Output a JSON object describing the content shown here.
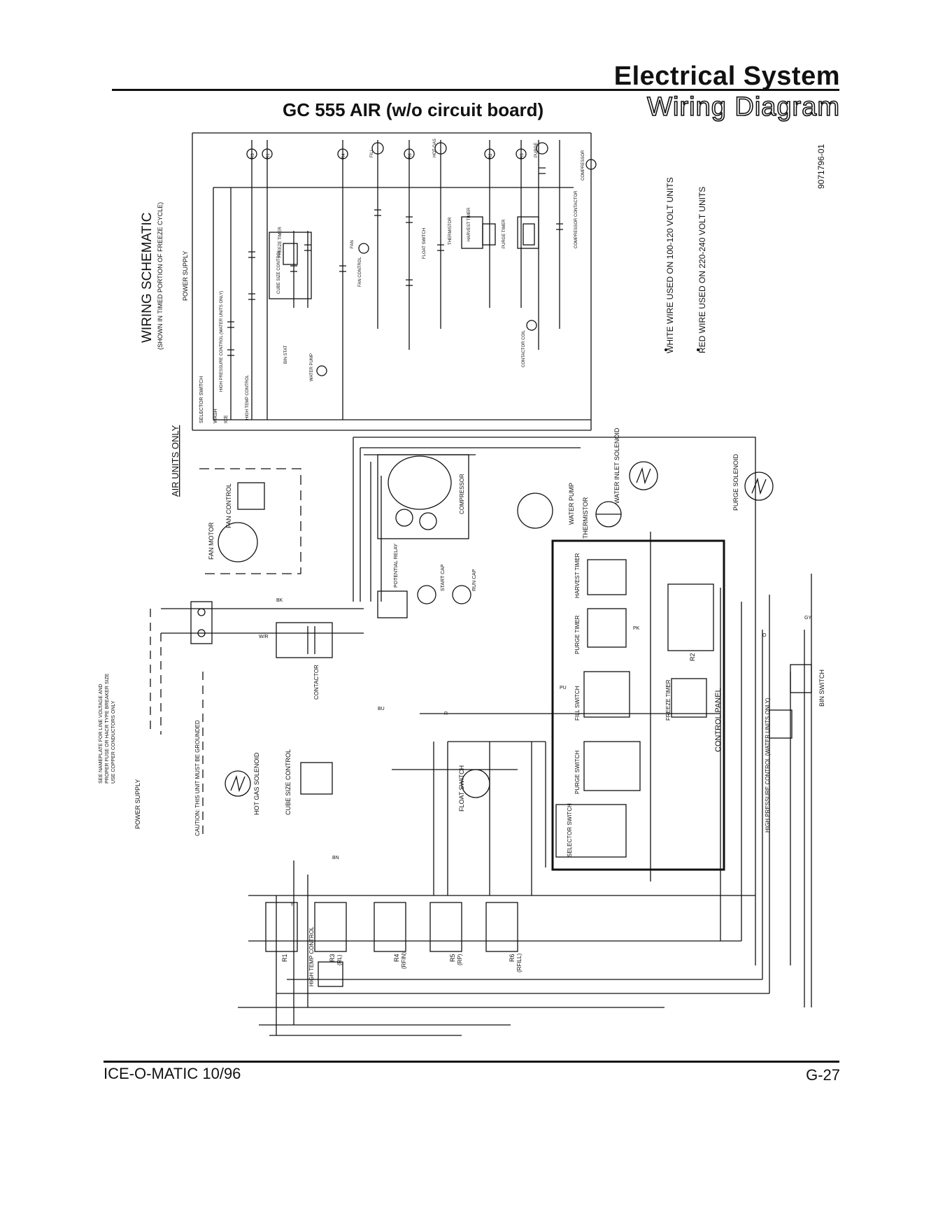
{
  "header": {
    "section_title": "Electrical System",
    "section_subtitle": "Wiring Diagram",
    "document_title": "GC 555 AIR (w/o circuit board)"
  },
  "doc_number": "9071796-01",
  "schematic": {
    "title": "WIRING SCHEMATIC",
    "subtitle": "(SHOWN IN TIMED PORTION OF FREEZE CYCLE)",
    "power_supply": "POWER SUPPLY",
    "labels": {
      "selector_switch": "SELECTOR SWITCH",
      "wash": "WASH",
      "ice": "ICE",
      "high_pressure": "HIGH PRESSURE CONTROL (WATER UNITS ONLY)",
      "high_temp": "HIGH TEMP CONTROL",
      "cube_size": "CUBE SIZE CONTROL",
      "freeze_timer": "FREEZE TIMER",
      "bin_stat": "BIN STAT",
      "water_pump": "WATER PUMP",
      "fan_control": "FAN CONTROL",
      "float_switch": "FLOAT SWITCH",
      "thermistor": "THERMISTOR",
      "harvest_timer": "HARVEST TIMER",
      "purge_timer": "PURGE TIMER",
      "contactor_coil": "CONTACTOR COIL",
      "compressor_contactor": "COMPRESSOR CONTACTOR",
      "compressor": "COMPRESSOR",
      "fan": "FAN",
      "fill": "FILL",
      "hot_gas": "HOT GAS",
      "purge": "PURGE"
    },
    "relays": [
      "R1",
      "R2",
      "R3",
      "R4",
      "R5",
      "R6"
    ]
  },
  "notes": {
    "white_wire": "WHITE WIRE USED ON 100-120 VOLT UNITS",
    "red_wire": "RED WIRE USED ON 220-240 VOLT UNITS"
  },
  "wiring": {
    "air_units_only": "AIR UNITS ONLY",
    "fan_motor": "FAN MOTOR",
    "fan_control": "FAN CONTROL",
    "compressor": "COMPRESSOR",
    "water_pump": "WATER PUMP",
    "water_inlet_solenoid": "WATER INLET SOLENOID",
    "thermistor": "THERMISTOR",
    "purge_solenoid": "PURGE SOLENOID",
    "potential_relay": "POTENTIAL RELAY",
    "start_cap": "START CAP",
    "run_cap": "RUN CAP",
    "contactor": "CONTACTOR",
    "harvest_timer": "HARVEST TIMER",
    "purge_timer": "PURGE TIMER",
    "fill_switch": "FILL SWITCH",
    "purge_switch": "PURGE SWITCH",
    "selector_switch": "SELECTOR SWITCH",
    "freeze_timer": "FREEZE TIMER",
    "control_panel": "CONTROL PANEL",
    "bin_switch": "BIN SWITCH",
    "high_pressure_control": "HIGH PRESSURE CONTROL (WATER UNITS ONLY)",
    "float_switch": "FLOAT SWITCH",
    "cube_size_control": "CUBE SIZE CONTROL",
    "hot_gas_solenoid": "HOT GAS SOLENOID",
    "high_temp_control": "HIGH TEMP CONTROL",
    "caution": "CAUTION: THIS UNIT MUST BE GROUNDED",
    "power_supply": "POWER SUPPLY",
    "power_supply_note": "SEE NAMEPLATE FOR LINE VOLTAGE AND PROPER FUSE OR HACR TYPE BREAKER SIZE USE COPPER CONDUCTORS ONLY",
    "relays": [
      {
        "id": "R1",
        "name": ""
      },
      {
        "id": "R3",
        "name": "(RL)"
      },
      {
        "id": "R4",
        "name": "(RFIN)"
      },
      {
        "id": "R5",
        "name": "(RP)"
      },
      {
        "id": "R6",
        "name": "(RFILL)"
      },
      {
        "id": "R2",
        "name": ""
      }
    ],
    "wire_colors": [
      "BK",
      "BU",
      "PU",
      "PK",
      "R",
      "Y",
      "O",
      "GY",
      "W/R",
      "BN"
    ]
  },
  "footer": {
    "left": "ICE-O-MATIC 10/96",
    "right": "G-27"
  }
}
